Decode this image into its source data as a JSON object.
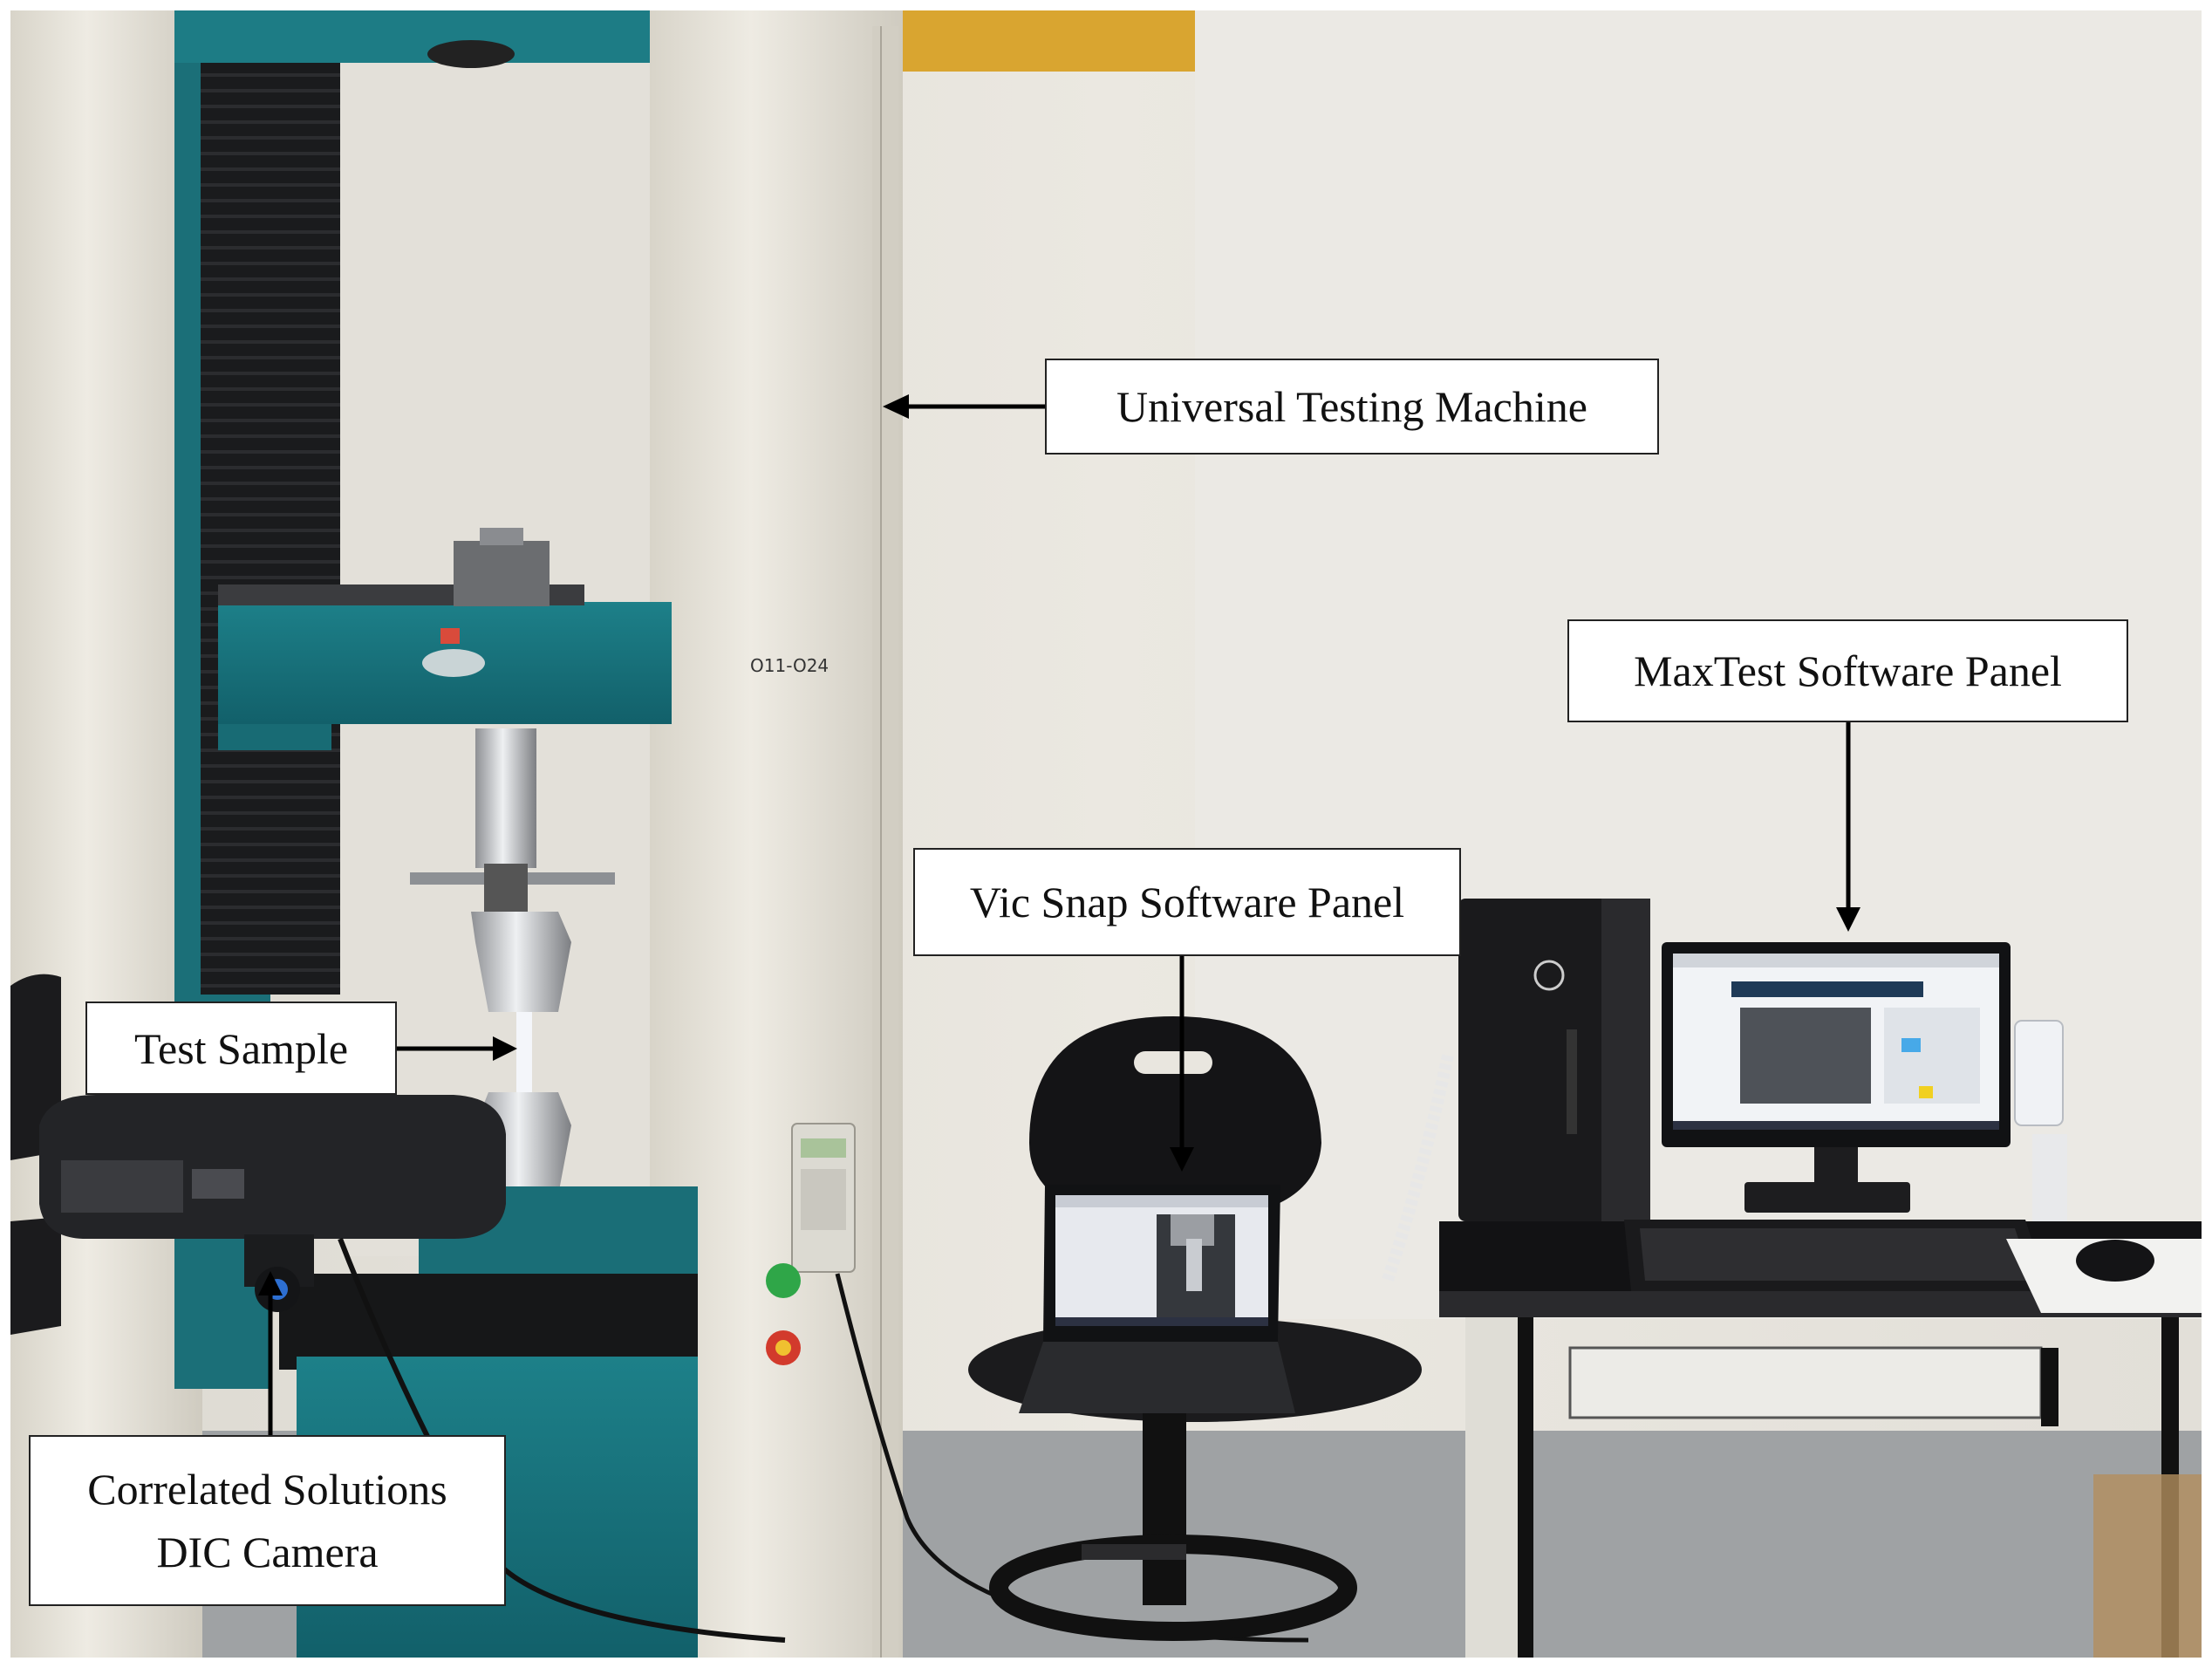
{
  "labels": {
    "utm": "Universal Testing Machine",
    "maxtest": "MaxTest Software Panel",
    "vic_snap": "Vic Snap Software Panel",
    "test_sample": "Test Sample",
    "dic_camera_line1": "Correlated Solutions",
    "dic_camera_line2": "DIC Camera"
  },
  "colors": {
    "machine_teal": "#17737d",
    "wall": "#e9e6df",
    "frame_cream": "#e6e2d8",
    "furniture_black": "#1d1d1f",
    "accent_ochre": "#d9a530"
  }
}
